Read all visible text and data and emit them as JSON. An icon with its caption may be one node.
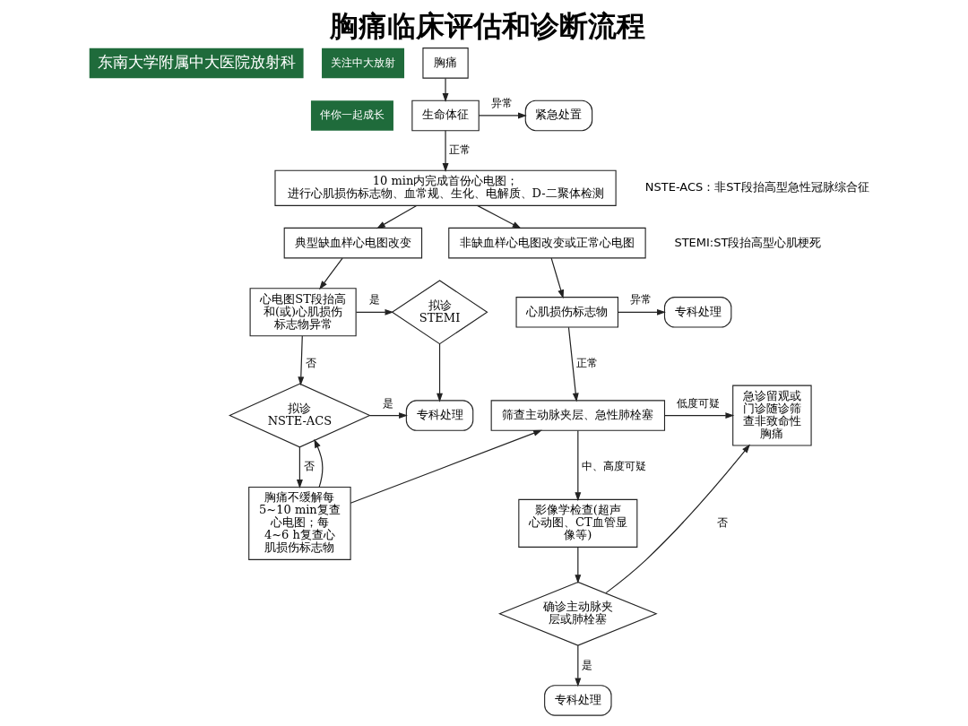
{
  "diagram": {
    "title": "胸痛临床评估和诊断流程",
    "nodes": [
      {
        "text": [
          "胸痛"
        ]
      },
      {
        "text": [
          "生命体征"
        ]
      },
      {
        "text": [
          "紧急处置"
        ]
      },
      {
        "text": [
          "10 min内完成首份心电图；",
          "进行心肌损伤标志物、血常规、生化、电解质、D-二聚体检测"
        ]
      },
      {
        "text": [
          "典型缺血样心电图改变"
        ]
      },
      {
        "text": [
          "非缺血样心电图改变或正常心电图"
        ]
      },
      {
        "text": [
          "心电图ST段抬高和(或)心肌损伤标志物异常"
        ]
      },
      {
        "text": [
          "拟诊STEMI"
        ]
      },
      {
        "text": [
          "专科处理"
        ]
      },
      {
        "text": [
          "拟诊NSTE-ACS"
        ]
      },
      {
        "text": [
          "胸痛不缓解每5~10 min复查心电图；每4~6 h复查心肌损伤标志物"
        ]
      },
      {
        "text": [
          "心肌损伤标志物"
        ]
      },
      {
        "text": [
          "专科处理"
        ]
      },
      {
        "text": [
          "筛查主动脉夹层、急性肺栓塞"
        ]
      },
      {
        "text": [
          "急诊留观或门诊随诊筛查非致命性胸痛"
        ]
      },
      {
        "text": [
          "影像学检查(超声心动图、CT血管显像等)"
        ]
      },
      {
        "text": [
          "确诊主动脉夹层或肺栓塞"
        ]
      },
      {
        "text": [
          "专科处理"
        ]
      }
    ],
    "edges": [
      {
        "from": 0,
        "to": 1,
        "arrow": "to"
      },
      {
        "from": 1,
        "to": 2,
        "arrow": "to",
        "label": "异常"
      },
      {
        "from": 1,
        "to": 3,
        "arrow": "to",
        "label": "正常"
      },
      {
        "from": 3,
        "to": 4,
        "arrow": "to"
      },
      {
        "from": 3,
        "to": 5,
        "arrow": "to"
      },
      {
        "from": 4,
        "to": 6,
        "arrow": "to"
      },
      {
        "from": 6,
        "to": 7,
        "arrow": "to",
        "label": "是"
      },
      {
        "from": 6,
        "to": 9,
        "arrow": "to",
        "label": "否"
      },
      {
        "from": 7,
        "to": 8,
        "arrow": "to"
      },
      {
        "from": 9,
        "to": 8,
        "arrow": "to",
        "label": "是"
      },
      {
        "from": 9,
        "to": 10,
        "arrow": "to",
        "label": "否"
      },
      {
        "from": 10,
        "to": 9,
        "arrow": "to"
      },
      {
        "from": 10,
        "to": 13,
        "arrow": "to"
      },
      {
        "from": 5,
        "to": 11,
        "arrow": "to"
      },
      {
        "from": 11,
        "to": 12,
        "arrow": "to",
        "label": "异常"
      },
      {
        "from": 11,
        "to": 13,
        "arrow": "to",
        "label": "正常"
      },
      {
        "from": 13,
        "to": 14,
        "arrow": "to",
        "label": "低度可疑"
      },
      {
        "from": 13,
        "to": 15,
        "arrow": "to",
        "label": "中、高度可疑"
      },
      {
        "from": 15,
        "to": 16,
        "arrow": "to"
      },
      {
        "from": 16,
        "to": 14,
        "arrow": "to",
        "label": "否"
      },
      {
        "from": 16,
        "to": 17,
        "arrow": "to",
        "label": "是"
      }
    ],
    "labels": [
      "东南大学附属中大医院放射科",
      "关注中大放射",
      "伴你一起成长",
      "NSTE-ACS：非ST段抬高型急性冠脉综合征",
      "STEMI:ST段抬高型心肌梗死"
    ]
  }
}
